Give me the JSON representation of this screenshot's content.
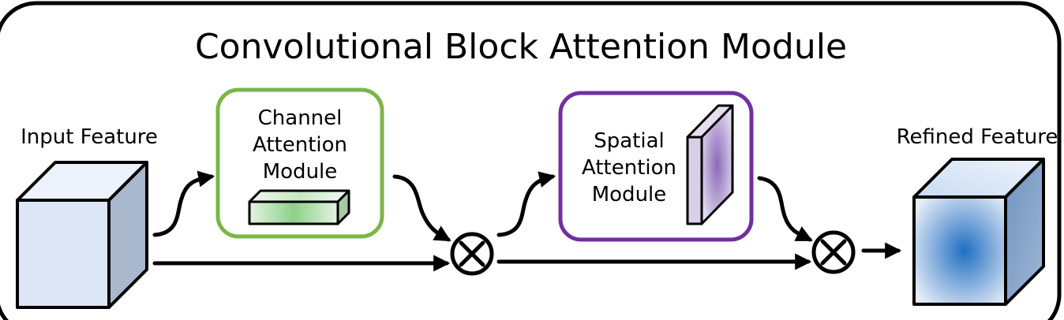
{
  "diagram": {
    "title": "Convolutional Block Attention Module",
    "input_label": "Input Feature",
    "output_label": "Refined Feature",
    "channel_module_lines": [
      "Channel",
      "Attention",
      "Module"
    ],
    "spatial_module_lines": [
      "Spatial",
      "Attention",
      "Module"
    ],
    "operator_symbol": "⊗",
    "colors": {
      "frame": "#000000",
      "channel_border": "#7ab648",
      "spatial_border": "#7030a0",
      "input_cube_front": "#dce6f4",
      "input_cube_top": "#eef3fb",
      "input_cube_side": "#a9b8cc",
      "refined_cube_center": "#1f6fc2",
      "channel_map_fill": "#9fd49a",
      "spatial_map_fill": "#9c7fbf"
    }
  }
}
